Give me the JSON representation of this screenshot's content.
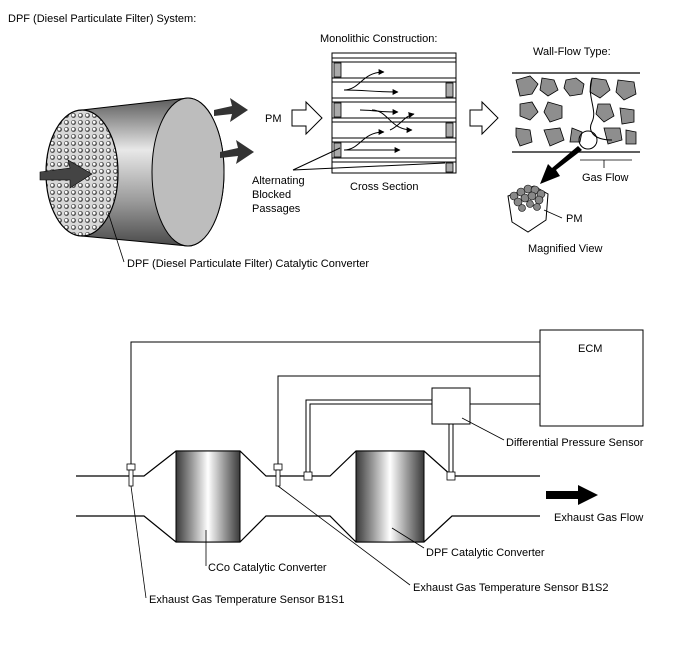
{
  "top": {
    "system_title": "DPF (Diesel Particulate Filter) System:",
    "pm_label": "PM",
    "monolithic_title": "Monolithic Construction:",
    "alternating_label": [
      "Alternating",
      "Blocked",
      "Passages"
    ],
    "cross_section_label": "Cross Section",
    "wallflow_title": "Wall-Flow Type:",
    "gas_flow_label": "Gas Flow",
    "magnified_pm_label": "PM",
    "magnified_view_label": "Magnified View",
    "converter_label": "DPF (Diesel Particulate Filter) Catalytic Converter"
  },
  "bottom": {
    "ecm_label": "ECM",
    "dps_label": "Differential Pressure Sensor",
    "exhaust_flow_label": "Exhaust Gas Flow",
    "cco_label": "CCo Catalytic Converter",
    "dpf_label": "DPF Catalytic Converter",
    "sensor_b1s1_label": "Exhaust Gas Temperature Sensor B1S1",
    "sensor_b1s2_label": "Exhaust Gas Temperature Sensor B1S2"
  },
  "colors": {
    "line": "#000000",
    "cylinder_shade": "#777777",
    "fill_light": "#ffffff"
  }
}
